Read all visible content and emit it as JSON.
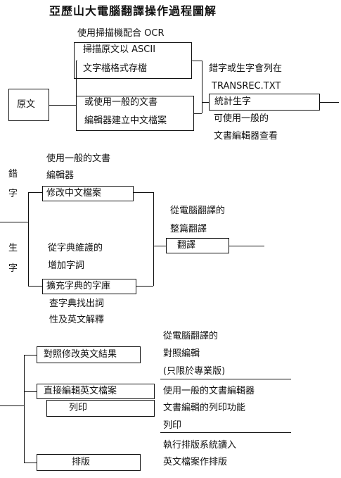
{
  "title": "亞歷山大電腦翻譯操作過程圖解",
  "top": {
    "scan_caption": "使用掃描機配合 OCR",
    "scan_box": [
      "掃描原文以 ASCII",
      "文字檔格式存檔"
    ],
    "source_box": "原文",
    "edit_box": [
      "或使用一般的文書",
      "編輯器建立中文檔案"
    ],
    "list_note": [
      "錯字或生字會列在",
      "TRANSREC.TXT"
    ],
    "stats_box": "統計生字",
    "view_note": [
      "可使用一般的",
      "文書編輯器查看"
    ]
  },
  "middle": {
    "typo_label": [
      "錯",
      "字"
    ],
    "newword_label": [
      "生",
      "字"
    ],
    "editor_caption": [
      "使用一般的文書",
      "編輯器"
    ],
    "modify_box": "修改中文檔案",
    "dict_caption": [
      "從字典維護的",
      "增加字詞"
    ],
    "expand_box": "擴充字典的字庫",
    "lookup_caption": [
      "查字典找出詞",
      "性及英文解釋"
    ],
    "whole_caption": [
      "從電腦翻譯的",
      "整篇翻譯"
    ],
    "translate_box": "翻譯"
  },
  "bottom": {
    "compare_box": "對照修改英文結果",
    "compare_note": [
      "從電腦翻譯的",
      "對照編輯",
      "(只限於專業版)"
    ],
    "direct_edit_box": "直接編輯英文檔案",
    "print_box": "列印",
    "print_note": [
      "使用一般的文書編輯器",
      "文書編輯的列印功能",
      "列印"
    ],
    "typeset_box": "排版",
    "typeset_note": [
      "執行排版系統讀入",
      "英文檔案作排版"
    ]
  }
}
